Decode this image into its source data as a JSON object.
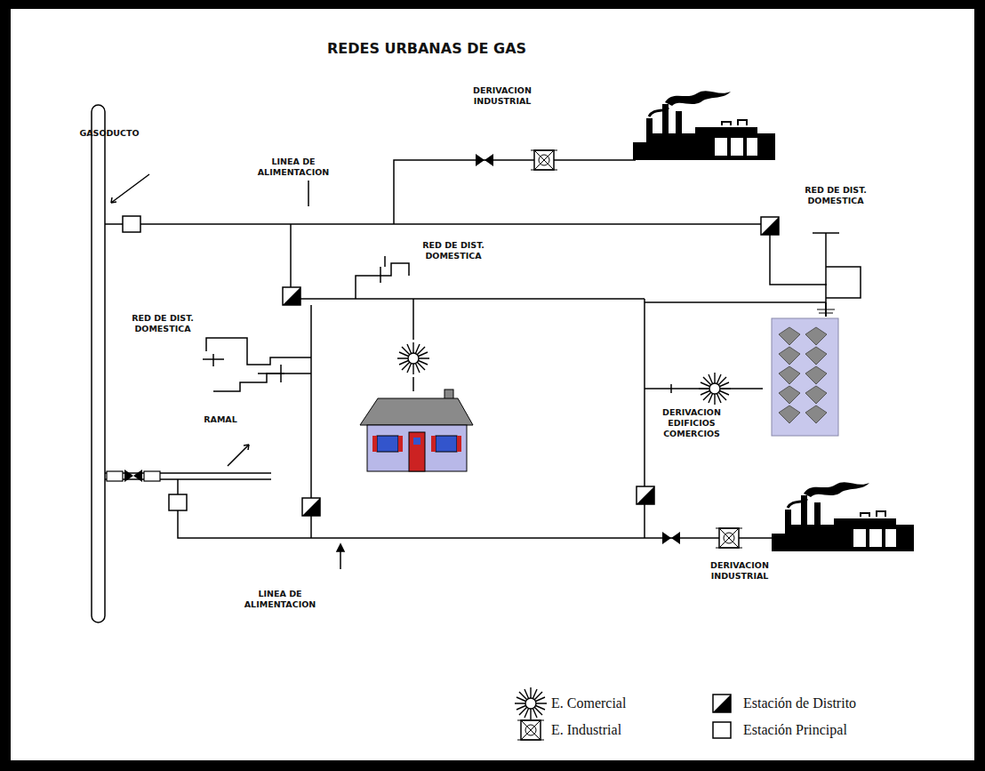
{
  "diagram": {
    "title": "REDES URBANAS DE GAS",
    "labels": [
      "GASODUCTO",
      "LINEA DE ALIMENTACION",
      "DERIVACION INDUSTRIAL",
      "RED DE DIST. DOMESTICA",
      "RED DE DIST. DOMESTICA",
      "RED DE DIST. DOMESTICA",
      "RAMAL",
      "DERIVACION EDIFICIOS COMERCIOS",
      "LINEA DE ALIMENTACION",
      "DERIVACION INDUSTRIAL"
    ],
    "legend": [
      {
        "text": "E. Comercial"
      },
      {
        "text": "E. Industrial"
      },
      {
        "text": "Estación de Distrito"
      },
      {
        "text": "Estación Principal"
      }
    ]
  }
}
